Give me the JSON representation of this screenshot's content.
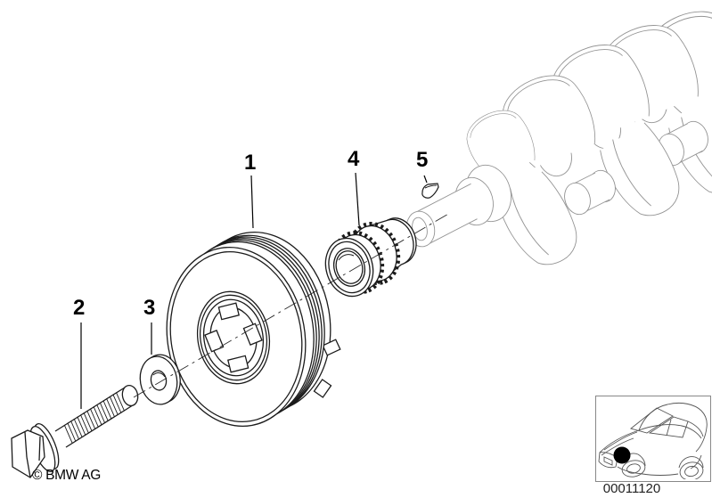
{
  "diagram": {
    "callouts": [
      {
        "number": "1"
      },
      {
        "number": "2"
      },
      {
        "number": "3"
      },
      {
        "number": "4"
      },
      {
        "number": "5"
      }
    ],
    "copyright": "© BMW AG",
    "thumbnail": {
      "code": "00011120",
      "icon": "car-location-icon",
      "marker_color": "#000000"
    }
  }
}
